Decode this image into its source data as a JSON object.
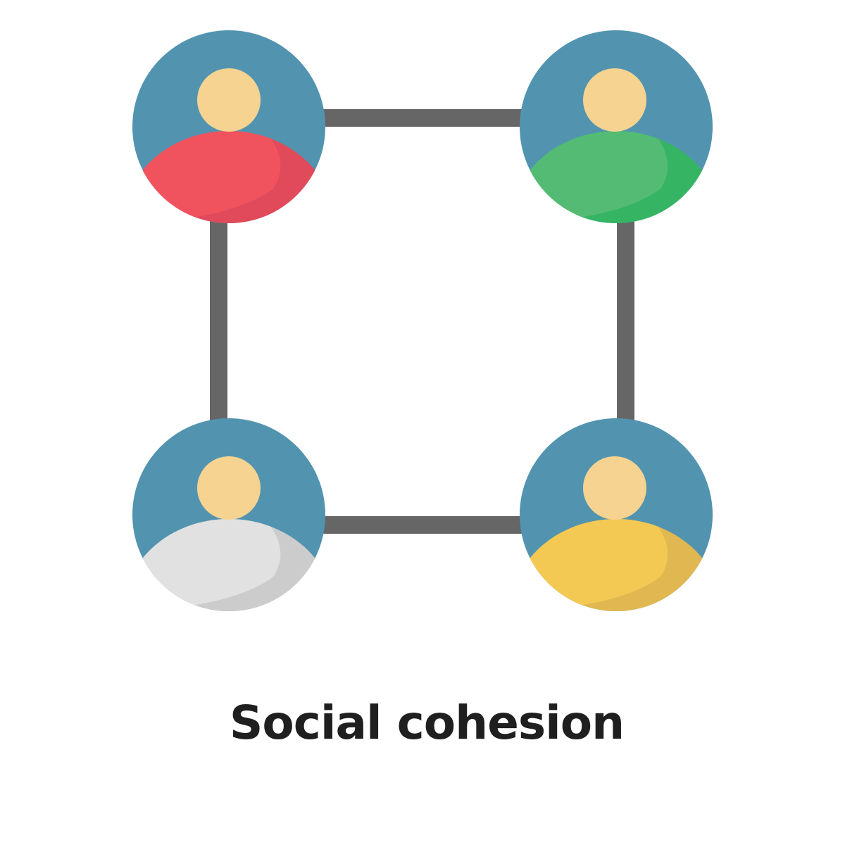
{
  "caption": "Social cohesion",
  "colors": {
    "connector": "#666666",
    "node_background": "#5294b0",
    "head": "#f6d391",
    "background": "#ffffff"
  },
  "people": [
    {
      "name": "person-red",
      "body": "#f1535e",
      "shade": "#e04a5a"
    },
    {
      "name": "person-green",
      "body": "#53bb74",
      "shade": "#35b464"
    },
    {
      "name": "person-grey",
      "body": "#e1e1e1",
      "shade": "#cccccc"
    },
    {
      "name": "person-yellow",
      "body": "#f3c954",
      "shade": "#e0b750"
    }
  ],
  "icons": {
    "person": "person-icon",
    "connector": "connector-line"
  }
}
